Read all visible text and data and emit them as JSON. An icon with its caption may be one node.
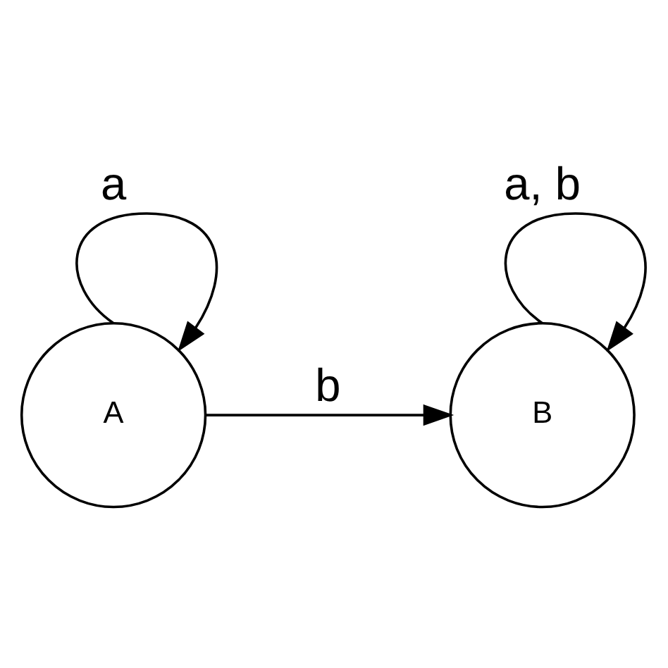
{
  "diagram": {
    "nodes": [
      {
        "text": [
          "A"
        ]
      },
      {
        "text": [
          "B"
        ]
      }
    ],
    "edges": [
      {
        "from": 0,
        "to": 0,
        "arrow": "to",
        "label": "a"
      },
      {
        "from": 0,
        "to": 1,
        "arrow": "to",
        "label": "b"
      },
      {
        "from": 1,
        "to": 1,
        "arrow": "to",
        "label": "a, b"
      }
    ]
  }
}
